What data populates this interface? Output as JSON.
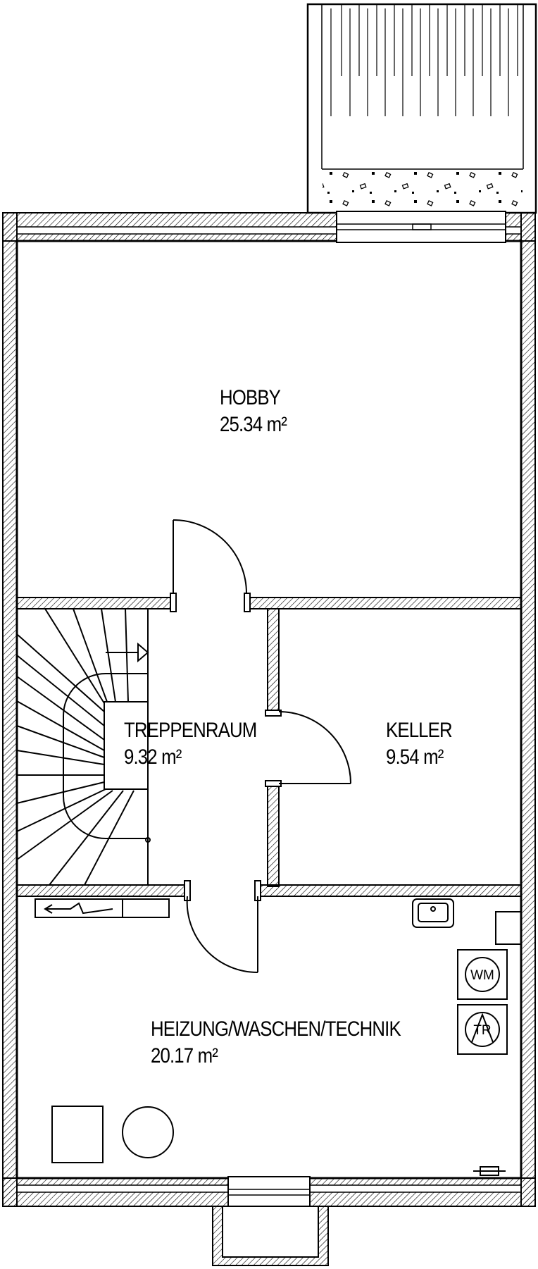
{
  "rooms": {
    "hobby": {
      "name": "HOBBY",
      "area": "25.34 m²"
    },
    "treppenraum": {
      "name": "TREPPENRAUM",
      "area": "9.32 m²"
    },
    "keller": {
      "name": "KELLER",
      "area": "9.54 m²"
    },
    "technik": {
      "name": "HEIZUNG/WASCHEN/TECHNIK",
      "area": "20.17 m²"
    }
  },
  "appliances": {
    "washing_machine": "WM",
    "dryer": "TR"
  },
  "colors": {
    "line": "#000000",
    "background": "#ffffff"
  }
}
